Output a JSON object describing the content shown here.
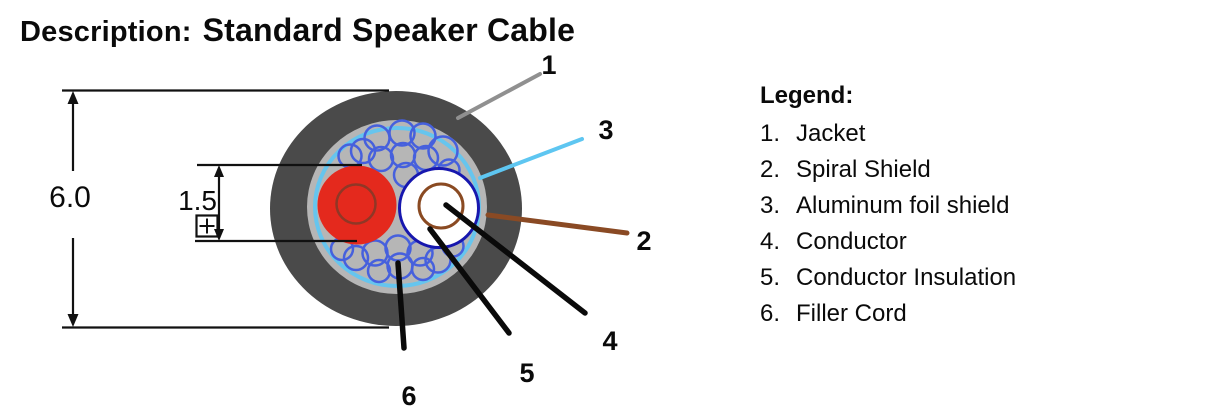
{
  "title": {
    "prefix": "Description:",
    "name": "Standard Speaker Cable"
  },
  "dimensions": {
    "outer_diameter": "6.0",
    "insulation_diameter": "1.5",
    "datum_symbol": "+"
  },
  "callouts": {
    "jacket": "1",
    "spiral_shield": "2",
    "aluminum_foil_shield": "3",
    "conductor": "4",
    "conductor_insulation": "5",
    "filler_cord": "6"
  },
  "legend": {
    "title": "Legend:",
    "items": [
      {
        "num": "1.",
        "label": "Jacket"
      },
      {
        "num": "2.",
        "label": "Spiral Shield"
      },
      {
        "num": "3.",
        "label": "Aluminum foil shield"
      },
      {
        "num": "4.",
        "label": "Conductor"
      },
      {
        "num": "5.",
        "label": "Conductor Insulation"
      },
      {
        "num": "6.",
        "label": "Filler Cord"
      }
    ]
  },
  "colors": {
    "jacket": "#4a4a4a",
    "shield_fill": "#b6b6b6",
    "foil_shield": "#66c5ee",
    "strand_blue": "#4660dd",
    "insulation_red": "#e4291d",
    "conductor_dark_red": "#8f3726",
    "insulation_white": "#ffffff",
    "insulation_white_outline": "#1717ae",
    "conductor_brown": "#8a4a22",
    "callout_gray": "#909090",
    "callout_blue": "#5ec6f1",
    "callout_brown": "#8a4a24",
    "line_black": "#111111"
  },
  "diagram": {
    "strands": [
      [
        350,
        156,
        11.5
      ],
      [
        363,
        151,
        12
      ],
      [
        377,
        138,
        12.5
      ],
      [
        381,
        159,
        12
      ],
      [
        402,
        133,
        12.5
      ],
      [
        403,
        155,
        12
      ],
      [
        423,
        136,
        12.5
      ],
      [
        426,
        158,
        12
      ],
      [
        443,
        151,
        14.5
      ],
      [
        406,
        175,
        12
      ],
      [
        449,
        170,
        10.5
      ],
      [
        342,
        249,
        11
      ],
      [
        356,
        258,
        12
      ],
      [
        375,
        253,
        12.5
      ],
      [
        379,
        271,
        11
      ],
      [
        398,
        248,
        12.5
      ],
      [
        400,
        266,
        12.5
      ],
      [
        420,
        253,
        12.5
      ],
      [
        423,
        269,
        11
      ],
      [
        438,
        260,
        12.5
      ],
      [
        453,
        246,
        10.5
      ]
    ]
  }
}
